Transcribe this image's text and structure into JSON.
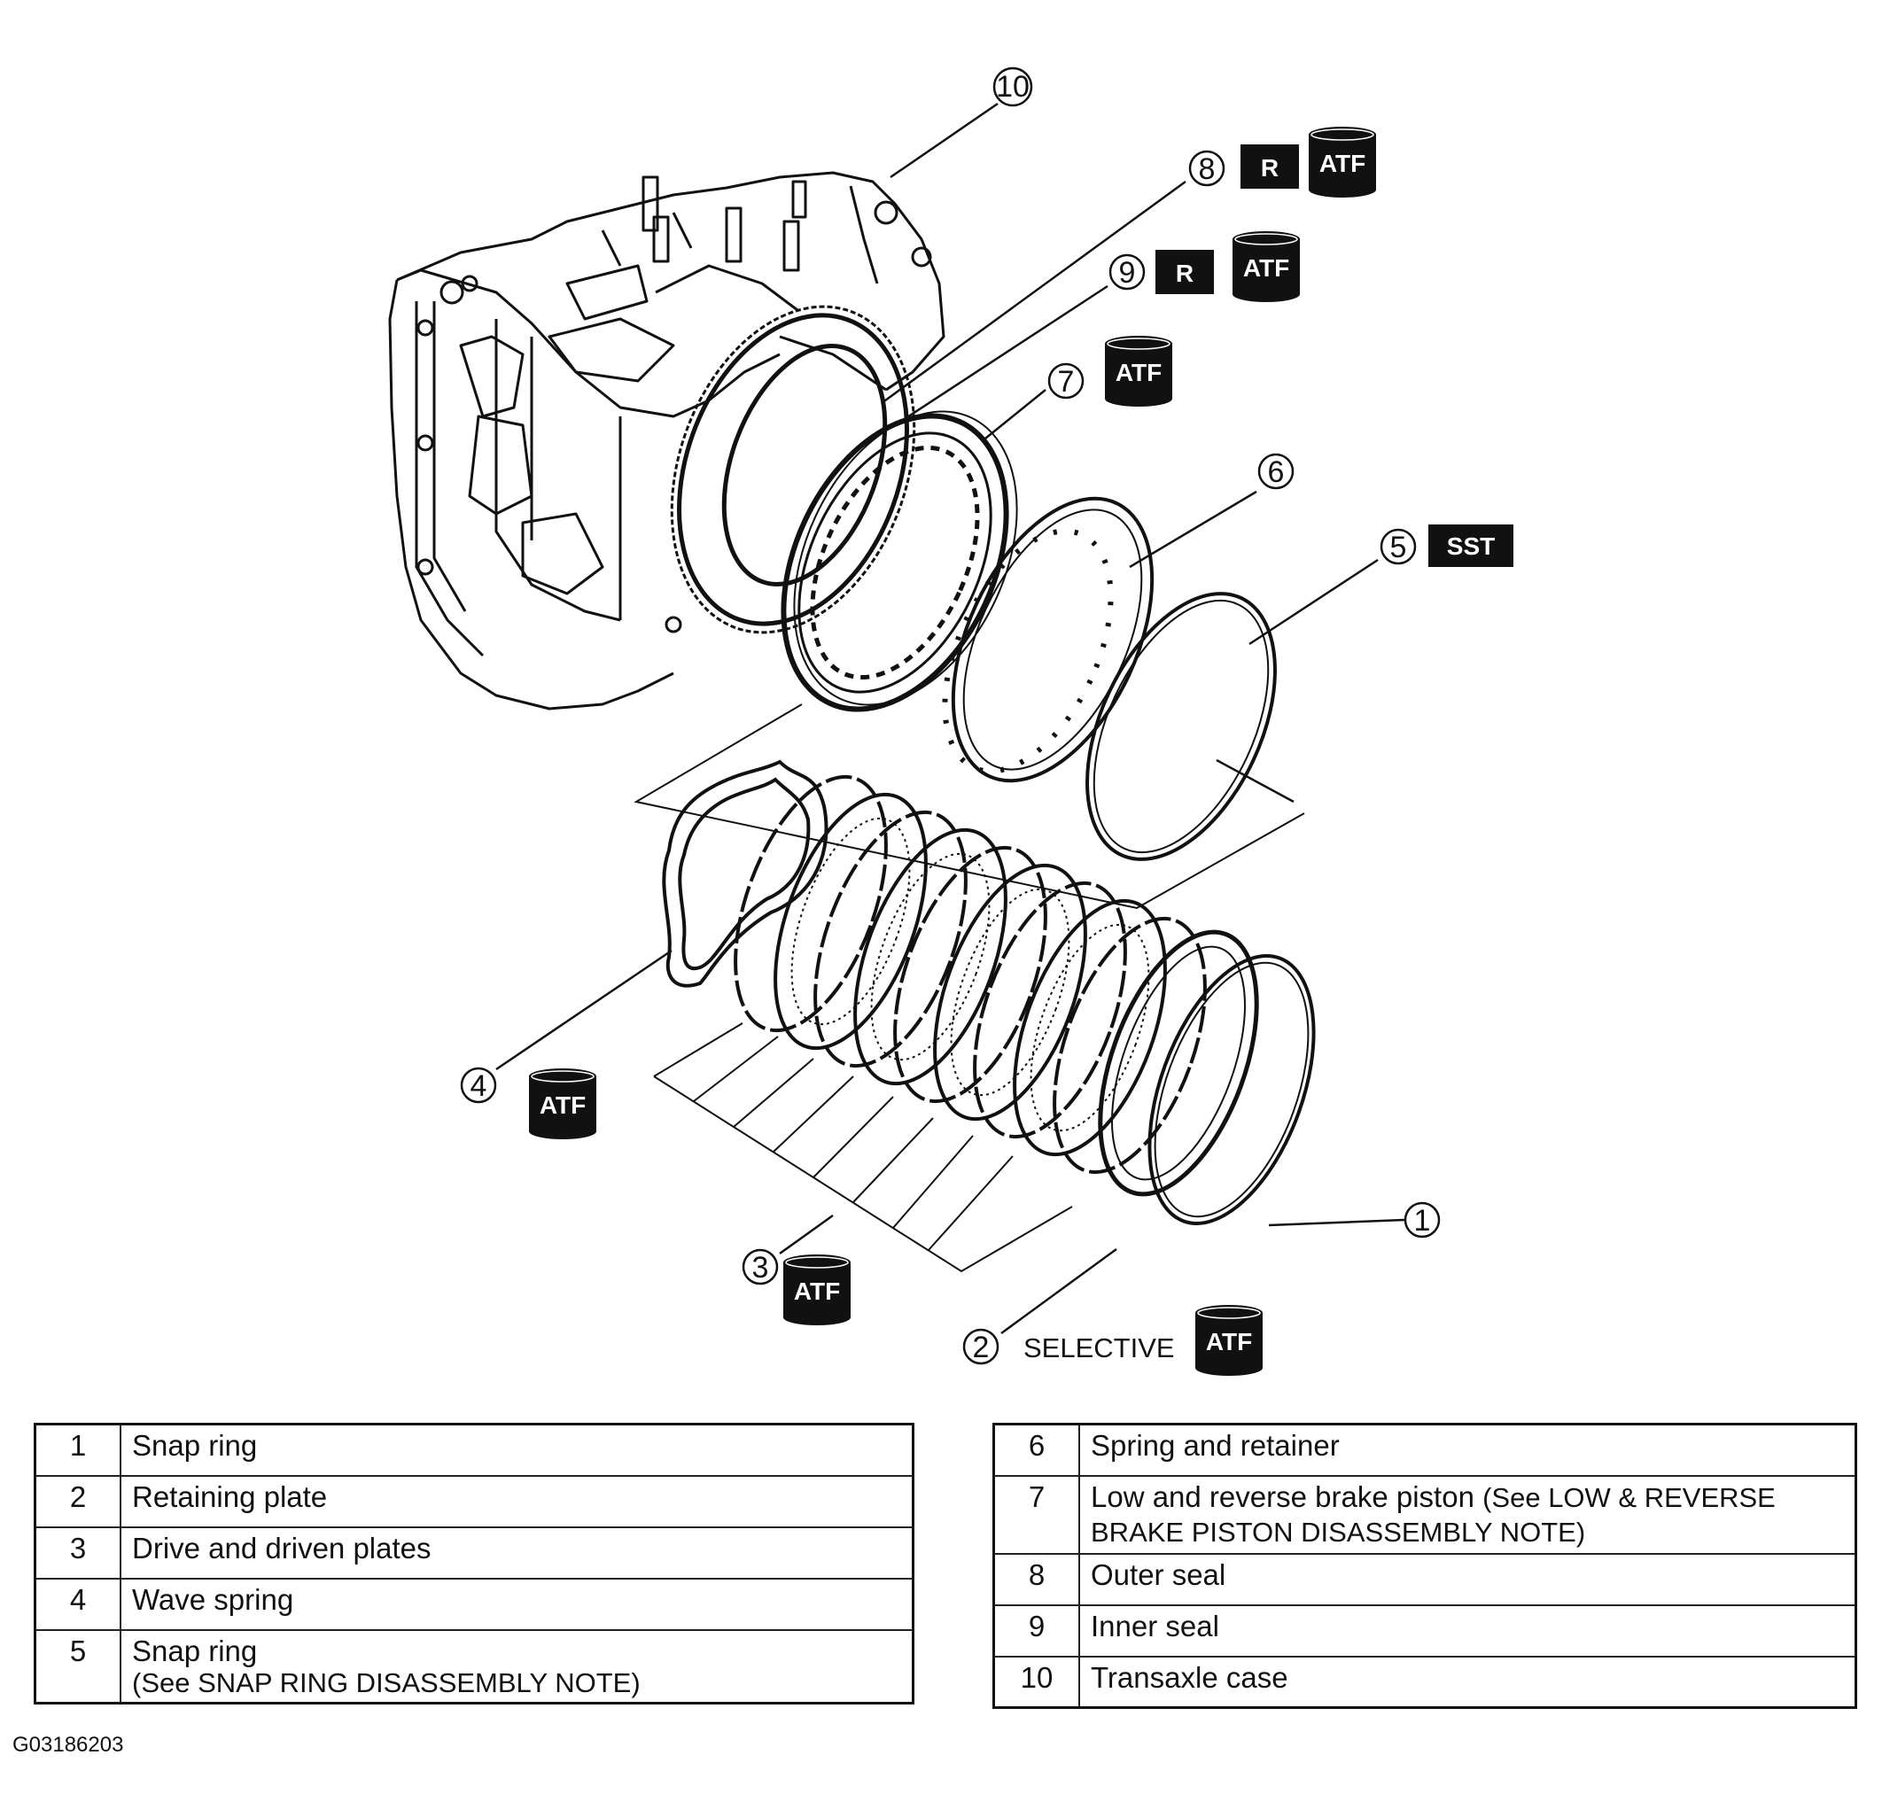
{
  "callouts": [
    {
      "num": "1"
    },
    {
      "num": "2"
    },
    {
      "num": "3"
    },
    {
      "num": "4"
    },
    {
      "num": "5"
    },
    {
      "num": "6"
    },
    {
      "num": "7"
    },
    {
      "num": "8"
    },
    {
      "num": "9"
    },
    {
      "num": "10"
    }
  ],
  "tags": {
    "reuse": "R",
    "fluid": "ATF",
    "tool": "SST",
    "selective": "SELECTIVE"
  },
  "legend_left": [
    {
      "num": "1",
      "label": "Snap ring",
      "note": ""
    },
    {
      "num": "2",
      "label": "Retaining plate",
      "note": ""
    },
    {
      "num": "3",
      "label": "Drive and driven plates",
      "note": ""
    },
    {
      "num": "4",
      "label": "Wave spring",
      "note": ""
    },
    {
      "num": "5",
      "label": "Snap ring",
      "note": "(See SNAP RING DISASSEMBLY NOTE)"
    }
  ],
  "legend_right": [
    {
      "num": "6",
      "label": "Spring and retainer",
      "note": ""
    },
    {
      "num": "7",
      "label": "Low and reverse brake piston",
      "note": "(See LOW & REVERSE BRAKE PISTON DISASSEMBLY NOTE)"
    },
    {
      "num": "8",
      "label": "Outer seal",
      "note": ""
    },
    {
      "num": "9",
      "label": "Inner seal",
      "note": ""
    },
    {
      "num": "10",
      "label": "Transaxle case",
      "note": ""
    }
  ],
  "figure_code": "G03186203"
}
